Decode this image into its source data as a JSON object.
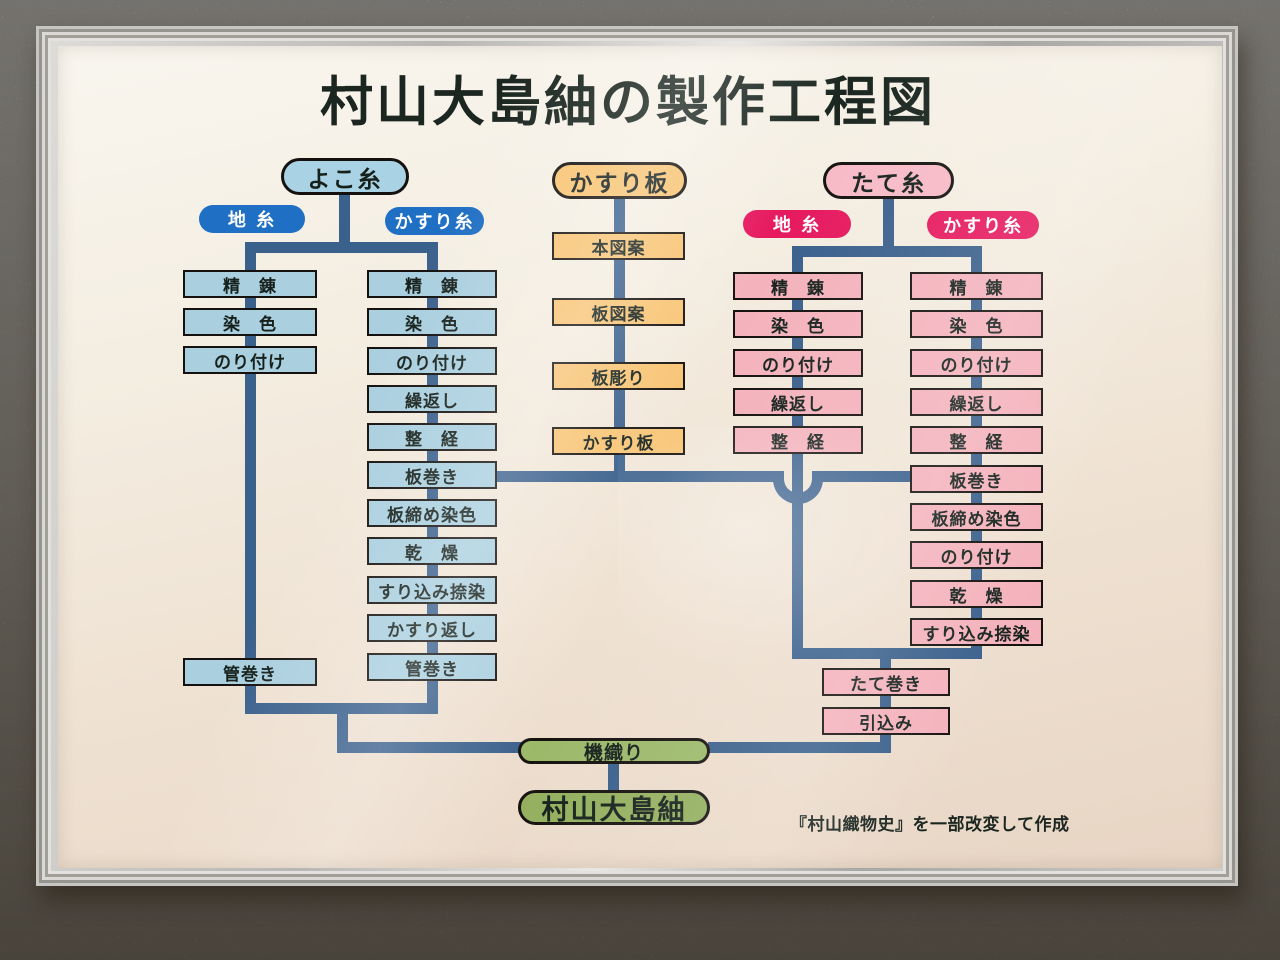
{
  "title": "村山大島紬の製作工程図",
  "note": "『村山織物史』を一部改変して作成",
  "palette": {
    "ink": "#1b2620",
    "line": "#3a608c",
    "pill_yoko": "#a9d2e4",
    "pill_tate": "#f7bac6",
    "box_blue": "#aacfdf",
    "box_pink": "#f4b2bc",
    "box_orange": "#f8c474",
    "badge_blue": "#1f6fc4",
    "badge_crimson": "#e6195f",
    "pill_loom": "#9cb96a",
    "pill_product": "#93af5e"
  },
  "flow": {
    "yoko": {
      "label": "よこ糸",
      "jiito": {
        "label": "地 糸",
        "steps": [
          "精　錬",
          "染　色",
          "のり付け",
          "管巻き"
        ]
      },
      "kasuri": {
        "label": "かすり糸",
        "steps": [
          "精　錬",
          "染　色",
          "のり付け",
          "繰返し",
          "整　経",
          "板巻き",
          "板締め染色",
          "乾　燥",
          "すり込み捺染",
          "かすり返し",
          "管巻き"
        ]
      }
    },
    "ita": {
      "label": "かすり板",
      "steps": [
        "本図案",
        "板図案",
        "板彫り",
        "かすり板"
      ]
    },
    "tate": {
      "label": "たて糸",
      "jiito": {
        "label": "地 糸",
        "steps": [
          "精　錬",
          "染　色",
          "のり付け",
          "繰返し",
          "整　経"
        ]
      },
      "kasuri": {
        "label": "かすり糸",
        "steps": [
          "精　錬",
          "染　色",
          "のり付け",
          "繰返し",
          "整　経",
          "板巻き",
          "板締め染色",
          "のり付け",
          "乾　燥",
          "すり込み捺染"
        ]
      },
      "merge": [
        "たて巻き",
        "引込み"
      ]
    },
    "finish": {
      "loom": "機織り",
      "product": "村山大島紬"
    }
  }
}
